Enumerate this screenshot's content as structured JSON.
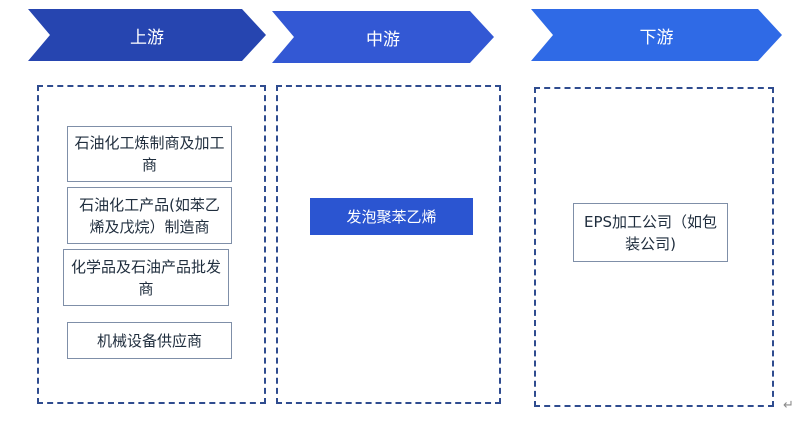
{
  "stages": {
    "upstream": "上游",
    "midstream": "中游",
    "downstream": "下游"
  },
  "upstream_items": [
    "石油化工炼制商及加工商",
    "石油化工产品(如苯乙烯及戊烷）制造商",
    "化学品及石油产品批发商",
    "机械设备供应商"
  ],
  "midstream_item": "发泡聚苯乙烯",
  "downstream_item": "EPS加工公司（如包装公司)",
  "return_mark": "↵",
  "colors": {
    "chevron_upstream": "#2645b0",
    "chevron_midstream": "#3358d4",
    "chevron_downstream": "#2f6ae6",
    "dashed_border": "#2f4c8f",
    "mid_box": "#2b55d1"
  }
}
